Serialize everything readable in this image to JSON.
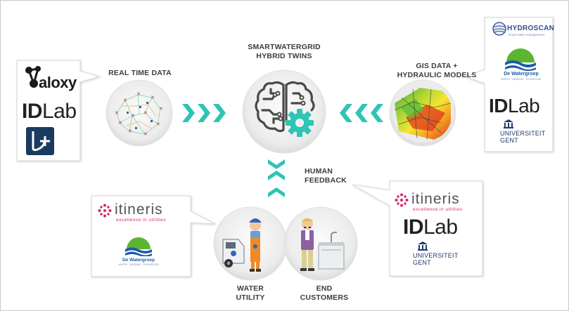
{
  "captions": {
    "real_time_data": "REAL TIME DATA",
    "smartwatergrid_line1": "SMARTWATERGRID",
    "smartwatergrid_line2": "HYBRID TWINS",
    "gis_line1": "GIS DATA +",
    "gis_line2": "HYDRAULIC MODELS",
    "human_feedback_line1": "HUMAN",
    "human_feedback_line2": "FEEDBACK",
    "water_utility_line1": "WATER",
    "water_utility_line2": "UTILITY",
    "end_customers_line1": "END",
    "end_customers_line2": "CUSTOMERS"
  },
  "logos": {
    "aloxy": "aloxy",
    "idlab": "IDLab",
    "hydroscan": "HYDROSCAN",
    "hydroscan_tagline": "smart water management",
    "de_watergroep": "De Watergroep",
    "de_watergroep_tagline": "WATER · VANDAAG · EN MORGEN",
    "universiteit": "UNIVERSITEIT",
    "gent": "GENT",
    "itineris": "itineris",
    "itineris_tagline": "excellence in utilities"
  },
  "colors": {
    "teal_arrow": "#2ec4b6",
    "text_dark": "#3c3c3c",
    "navy": "#1f3a6e",
    "itineris_pink": "#d6236c",
    "watergroep_green": "#5cb531",
    "watergroep_blue": "#1d5aa8"
  }
}
